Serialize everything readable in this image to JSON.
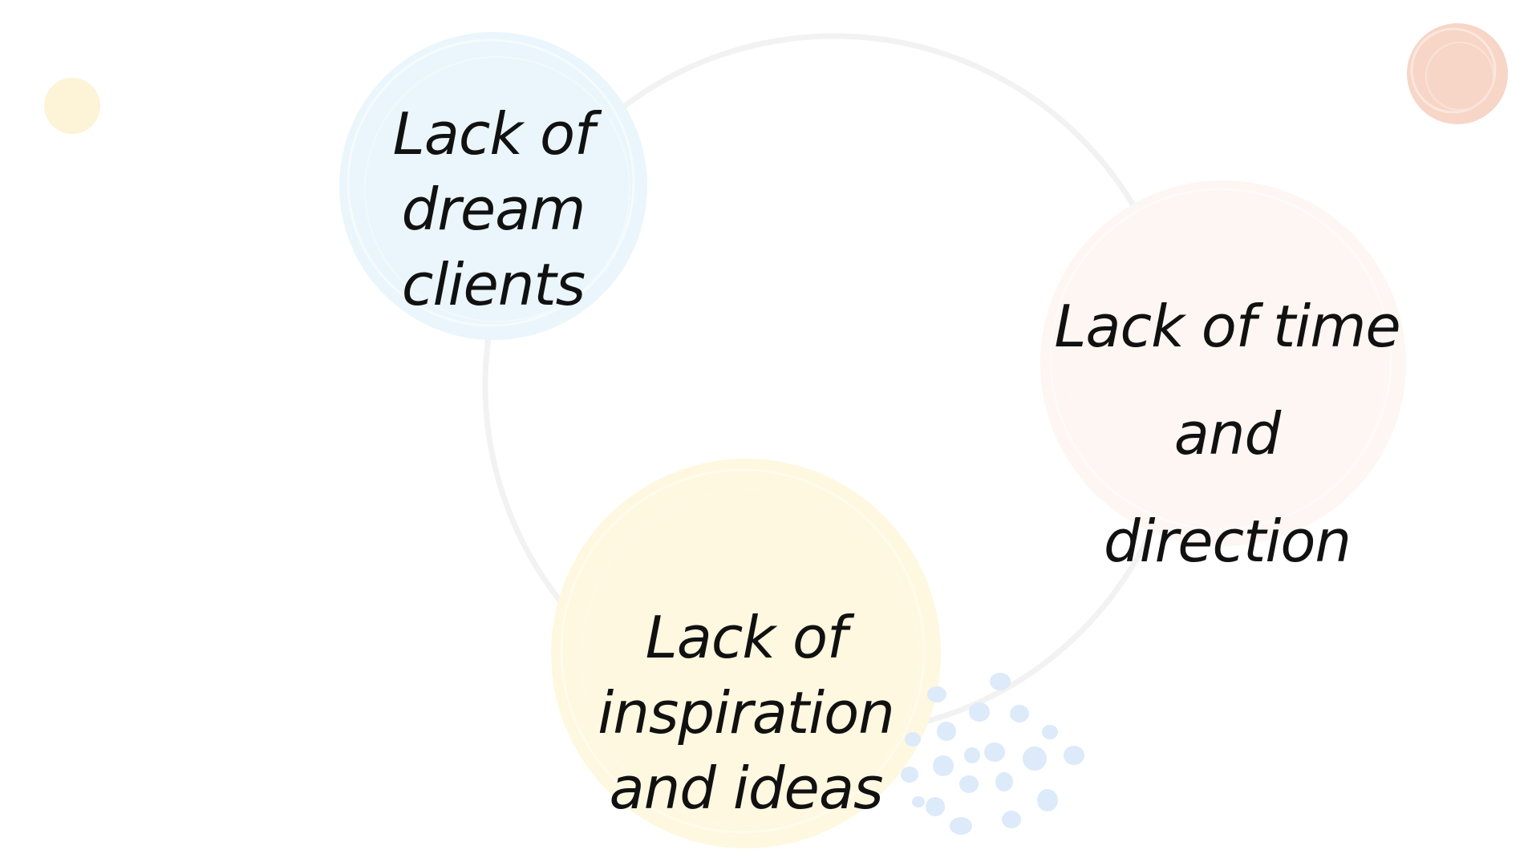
{
  "nodes": [
    {
      "id": "dream",
      "lines": [
        "Lack of",
        "dream clients"
      ],
      "fill": "#eaf6fb"
    },
    {
      "id": "time",
      "lines": [
        "Lack of time",
        "and direction"
      ],
      "fill": "#fdf6f2"
    },
    {
      "id": "inspiration",
      "lines": [
        "Lack of inspiration",
        "and ideas"
      ],
      "fill": "#fef8e0"
    }
  ],
  "colors": {
    "ring": "#f2f2f2",
    "dot_yellow": "#fdf3d6",
    "dot_peach": "#f7d6c7",
    "dots_blue": "#dceafa",
    "text": "#111111"
  }
}
